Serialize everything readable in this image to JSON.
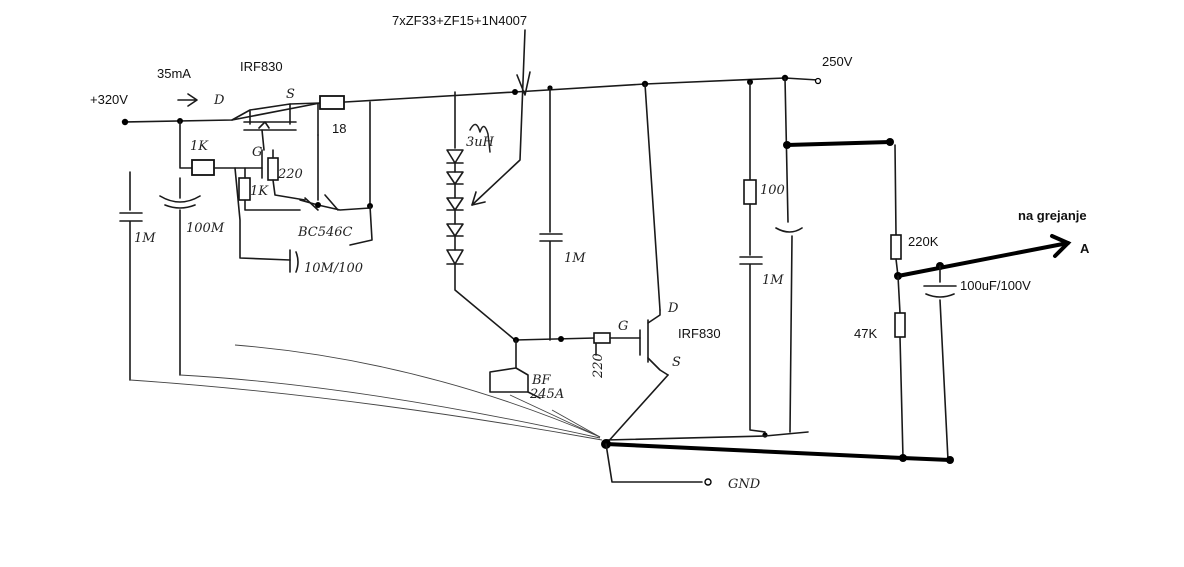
{
  "labels": {
    "diode_stack": "7xZF33+ZF15+1N4007",
    "v250": "250V",
    "v320": "+320V",
    "i35": "35mA",
    "irf_top": "IRF830",
    "r18": "18",
    "na_grejanje": "na grejanje",
    "pin_a": "A",
    "r220k": "220K",
    "c100uf": "100uF/100V",
    "r47k": "47K",
    "irf_bottom": "IRF830"
  },
  "handwritten": {
    "d_top": "D",
    "s_top": "S",
    "g_top": "G",
    "r1k_a": "1K",
    "r1k_b": "1K",
    "r220_a": "220",
    "bc": "BC546C",
    "c1m_left": "1M",
    "c100m": "100M",
    "c10m100": "10M/100",
    "l3uh": "3uH",
    "c1m_mid": "1M",
    "c1m_right": "1M",
    "r100": "100",
    "d_bot": "D",
    "g_bot": "G",
    "s_bot": "S",
    "r220_b": "220",
    "bf": "BF",
    "bf245": "245A",
    "gnd": "GND"
  },
  "colors": {
    "ink": "#1a1a1a",
    "background": "#ffffff"
  }
}
